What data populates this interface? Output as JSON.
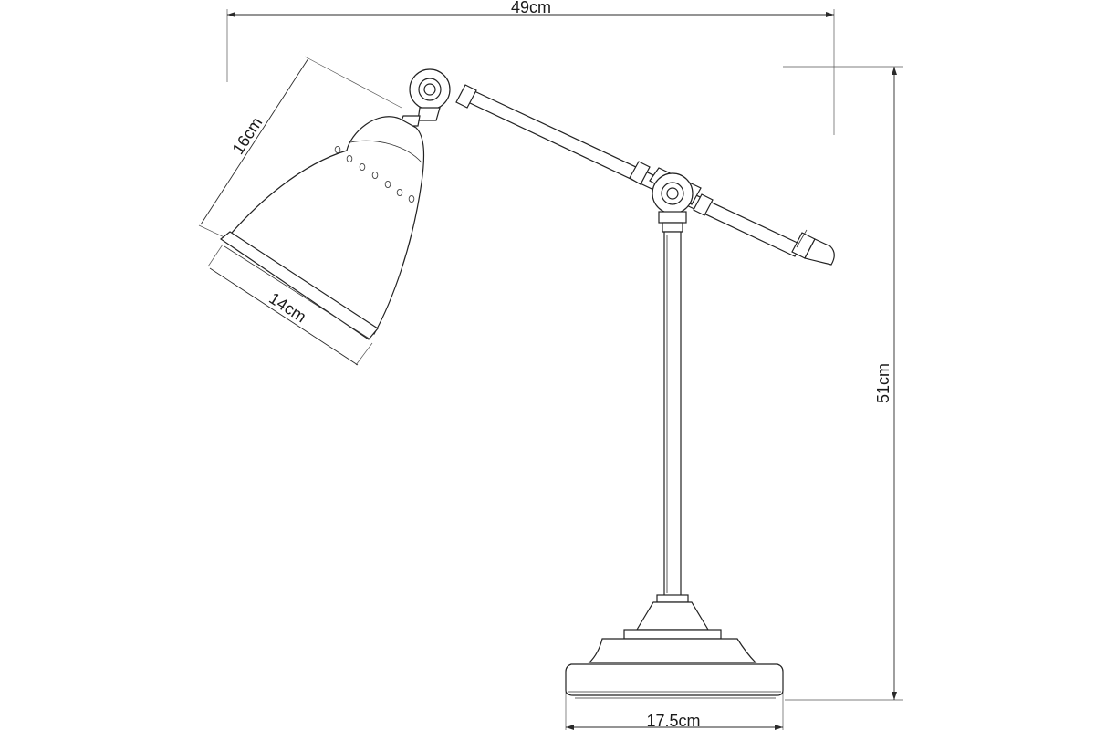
{
  "dimensions": {
    "width_total": "49cm",
    "height_total": "51cm",
    "shade_length": "16cm",
    "shade_diameter": "14cm",
    "base_width": "17.5cm"
  }
}
